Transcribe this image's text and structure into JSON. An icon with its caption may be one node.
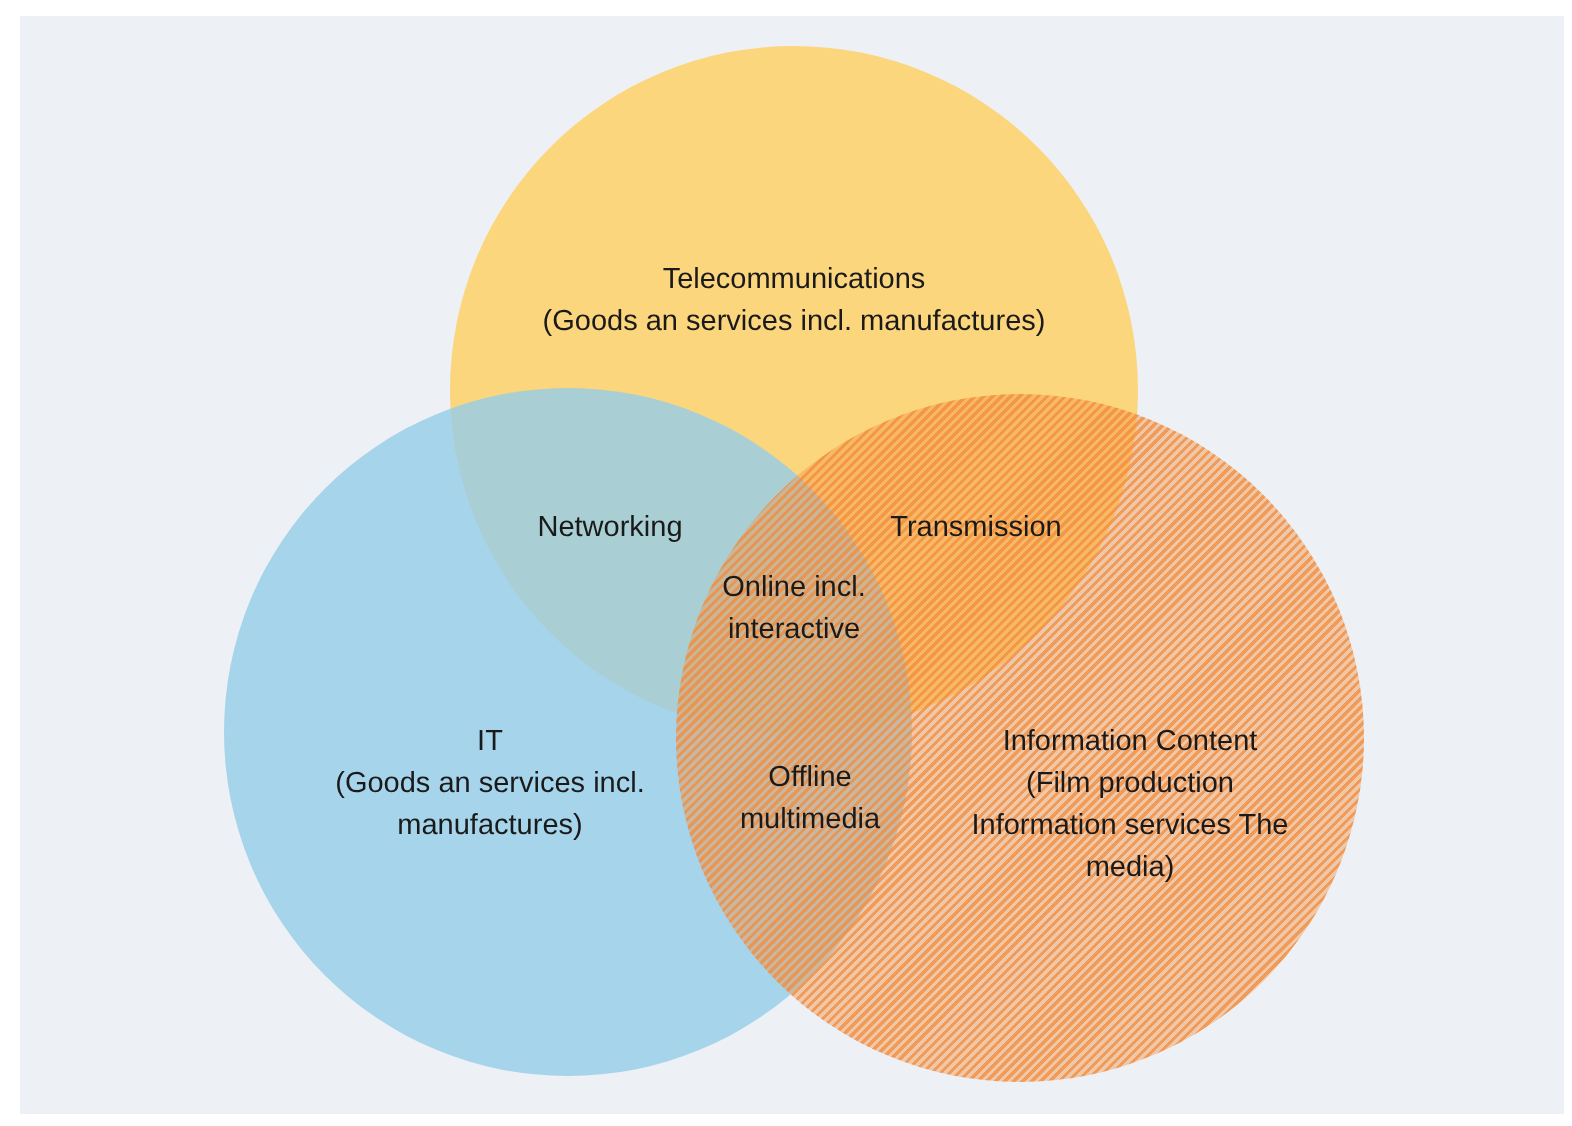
{
  "diagram": {
    "nodes": [
      {
        "text": [
          "Telecommunications",
          "(Goods an services incl. manufactures)"
        ]
      },
      {
        "text": [
          "IT",
          "(Goods an services incl. manufactures)"
        ]
      },
      {
        "text": [
          "Information Content",
          "(Film production Information services The media)"
        ]
      }
    ],
    "labels": [
      "Networking",
      "Transmission",
      "Online incl. interactive",
      "Offline multimedia"
    ]
  }
}
